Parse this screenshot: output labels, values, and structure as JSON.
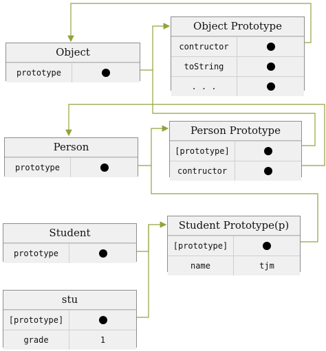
{
  "colors": {
    "arrow": "#8fa33a",
    "border": "#8c8c8c",
    "fill": "#f0f0f0",
    "dot": "#000000"
  },
  "object": {
    "title": "Object",
    "rows": [
      {
        "key": "prototype",
        "value": ""
      }
    ]
  },
  "object_prototype": {
    "title": "Object Prototype",
    "rows": [
      {
        "key": "contructor",
        "value": ""
      },
      {
        "key": "toString",
        "value": ""
      },
      {
        "key": ". . .",
        "value": ""
      }
    ]
  },
  "person": {
    "title": "Person",
    "rows": [
      {
        "key": "prototype",
        "value": ""
      }
    ]
  },
  "person_prototype": {
    "title": "Person Prototype",
    "rows": [
      {
        "key": "[prototype]",
        "value": ""
      },
      {
        "key": "contructor",
        "value": ""
      }
    ]
  },
  "student": {
    "title": "Student",
    "rows": [
      {
        "key": "prototype",
        "value": ""
      }
    ]
  },
  "student_prototype": {
    "title": "Student Prototype(p)",
    "rows": [
      {
        "key": "[prototype]",
        "value": ""
      },
      {
        "key": "name",
        "value": "tjm"
      }
    ]
  },
  "stu": {
    "title": "stu",
    "rows": [
      {
        "key": "[prototype]",
        "value": ""
      },
      {
        "key": "grade",
        "value": "1"
      }
    ]
  }
}
